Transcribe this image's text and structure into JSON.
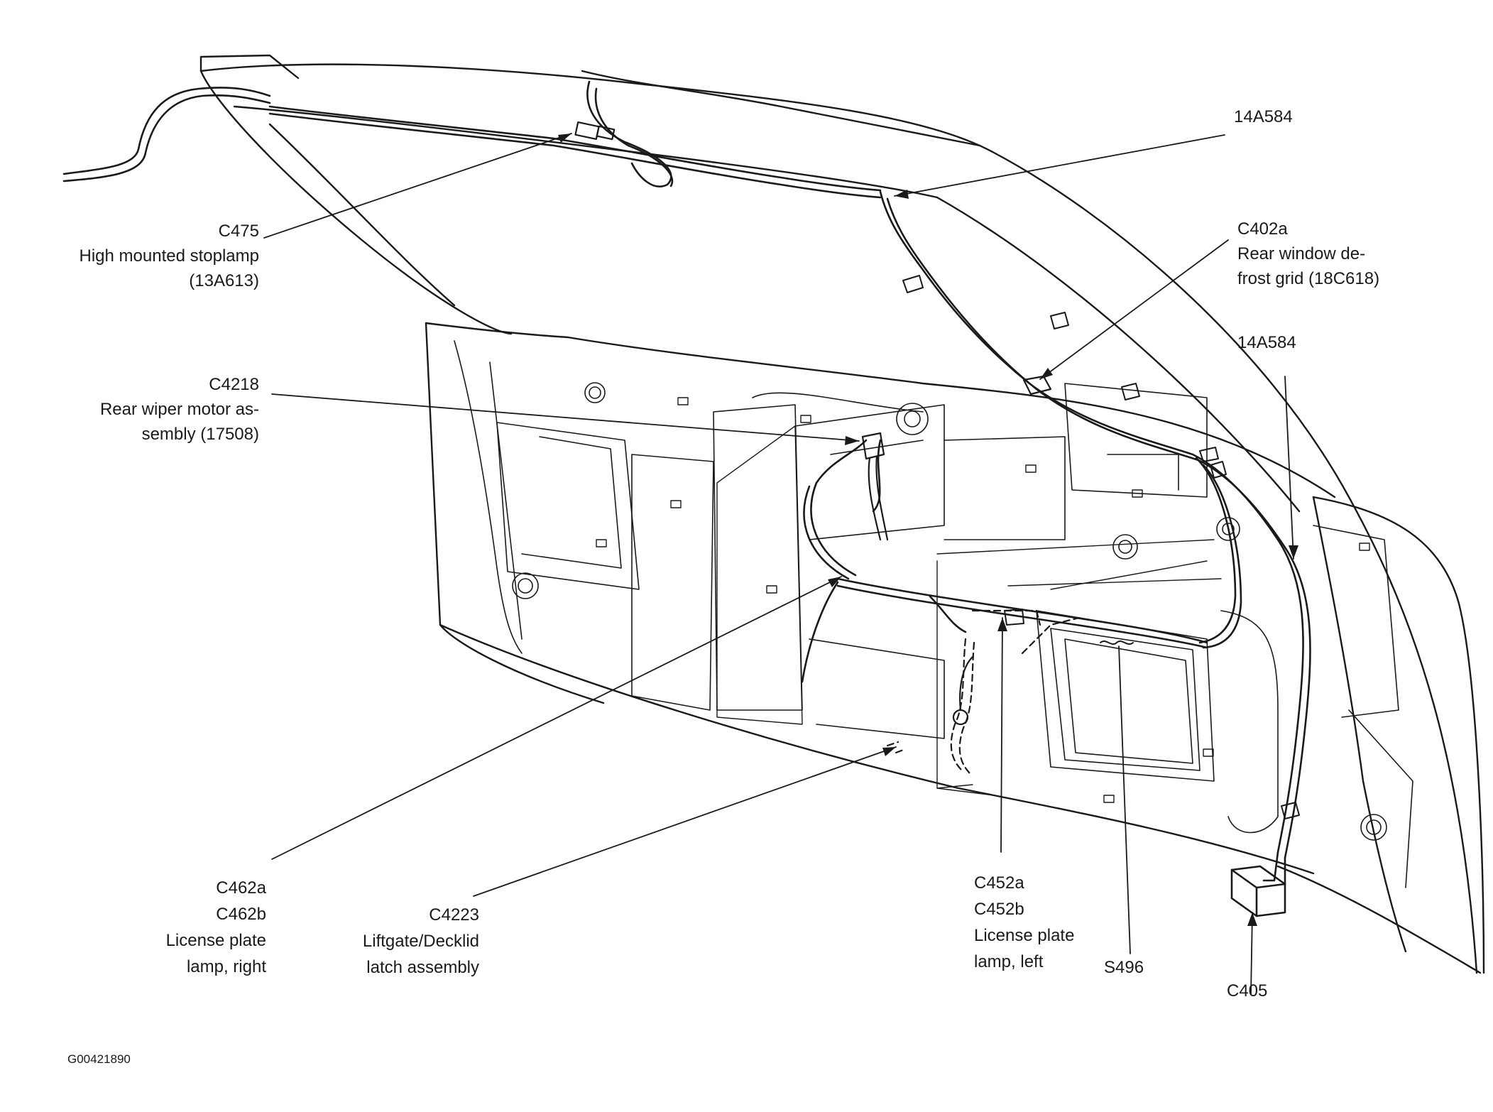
{
  "callouts": {
    "c475": {
      "id": "C475",
      "desc1": "High mounted stoplamp",
      "desc2": "(13A613)"
    },
    "c4218": {
      "id": "C4218",
      "desc1": "Rear wiper motor as-",
      "desc2": "sembly (17508)"
    },
    "harness_top": {
      "id": "14A584"
    },
    "c402a": {
      "id": "C402a",
      "desc1": "Rear window de-",
      "desc2": "frost grid (18C618)"
    },
    "harness_right": {
      "id": "14A584"
    },
    "c462": {
      "id1": "C462a",
      "id2": "C462b",
      "desc1": "License plate",
      "desc2": "lamp, right"
    },
    "c4223": {
      "id": "C4223",
      "desc1": "Liftgate/Decklid",
      "desc2": "latch assembly"
    },
    "c452": {
      "id1": "C452a",
      "id2": "C452b",
      "desc1": "License plate",
      "desc2": "lamp, left"
    },
    "s496": {
      "id": "S496"
    },
    "c405": {
      "id": "C405"
    }
  },
  "figure_id": "G00421890",
  "colors": {
    "line": "#1a1a1a",
    "background": "#ffffff"
  }
}
